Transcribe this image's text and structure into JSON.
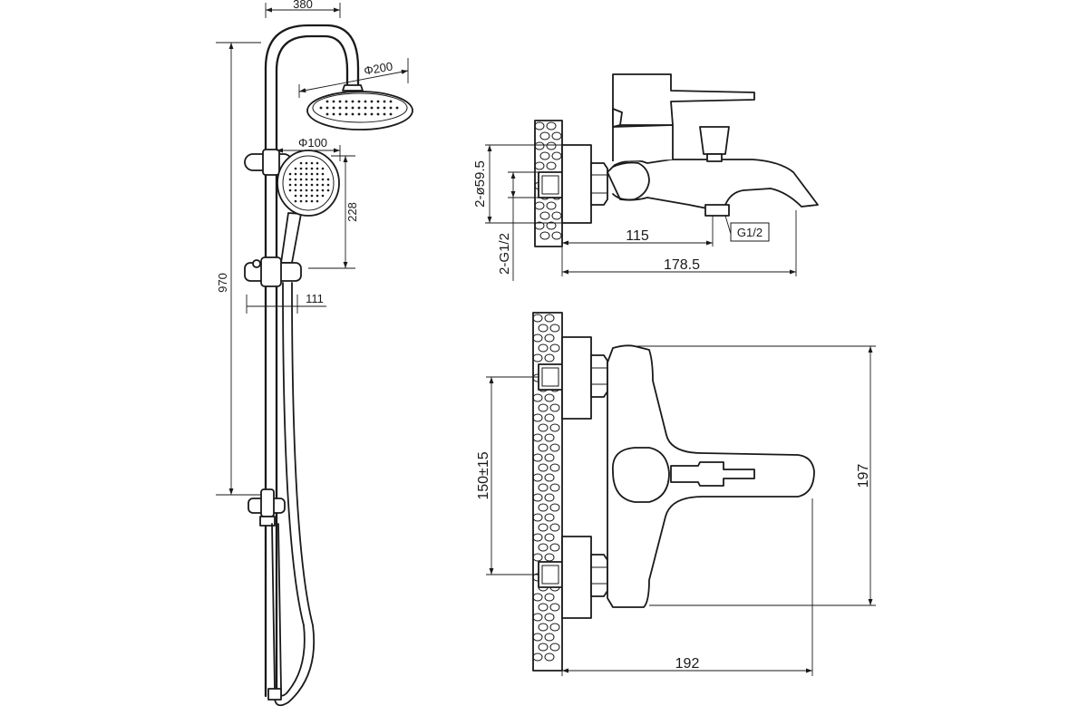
{
  "shower_set": {
    "width_arm": "380",
    "overhead_diameter": "Φ200",
    "hand_shower_diameter": "Φ100",
    "hand_shower_height": "228",
    "total_height": "970",
    "slider_offset": "111"
  },
  "faucet_side": {
    "flange_diameter": "2-ø59.5",
    "thread": "2-G1/2",
    "spout_thread": "G1/2",
    "body_depth": "115",
    "spout_reach": "178.5"
  },
  "faucet_top": {
    "inlet_spacing": "150±15",
    "body_height": "197",
    "body_depth": "192"
  }
}
